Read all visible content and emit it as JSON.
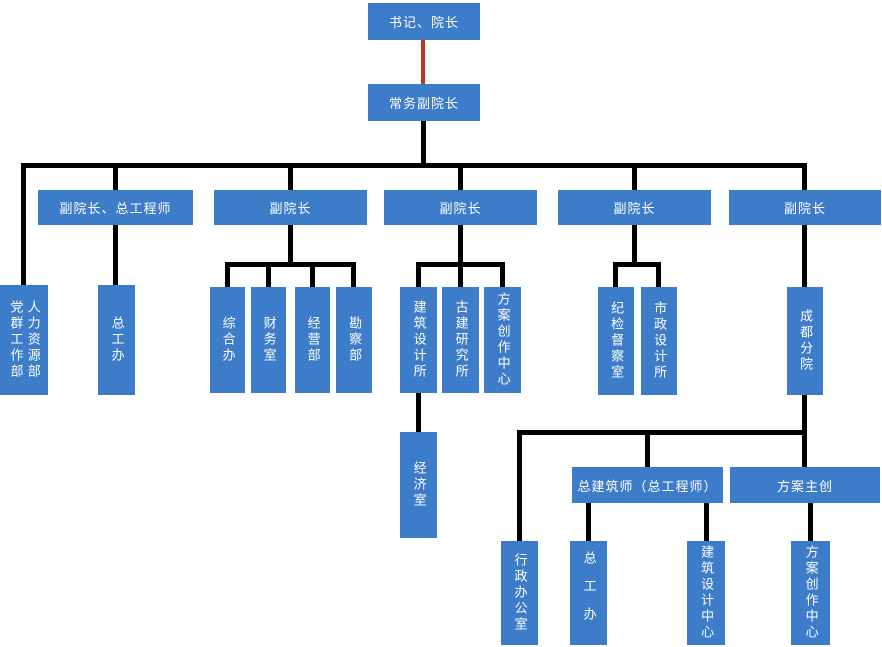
{
  "colors": {
    "node_fill": "#3d7cc8",
    "node_text": "#ffffff",
    "line_black": "#000000",
    "red_connector": "#be3228"
  },
  "nodes": {
    "root": {
      "label": "书记、院长"
    },
    "exec_vp": {
      "label": "常务副院长"
    },
    "vp_chief_engineer": {
      "label": "副院长、总工程师"
    },
    "vp2": {
      "label": "副院长"
    },
    "vp3": {
      "label": "副院长"
    },
    "vp4": {
      "label": "副院长"
    },
    "vp5": {
      "label": "副院长"
    },
    "party_mass_dept": {
      "label": "党群工作部"
    },
    "hr_dept": {
      "label": "人力资源部"
    },
    "chief_eng_office": {
      "label": "总工办"
    },
    "general_office": {
      "label": "综合办"
    },
    "finance_office": {
      "label": "财务室"
    },
    "business_dept": {
      "label": "经营部"
    },
    "survey_dept": {
      "label": "勘察部"
    },
    "arch_design_institute": {
      "label": "建筑设计所"
    },
    "ancient_arch_institute": {
      "label": "古建研究所"
    },
    "scheme_creation_center": {
      "label": "方案创作中心"
    },
    "economy_office": {
      "label": "经济室"
    },
    "discipline_office": {
      "label": "纪检督察室"
    },
    "municipal_design_institute": {
      "label": "市政设计所"
    },
    "chengdu_branch": {
      "label": "成都分院"
    },
    "chief_architect": {
      "label": "总建筑师（总工程师）"
    },
    "scheme_lead": {
      "label": "方案主创"
    },
    "admin_office": {
      "label": "行政办公室"
    },
    "chengdu_chief_eng_office": {
      "label": "总工办"
    },
    "arch_design_center": {
      "label": "建筑设计中心"
    },
    "chengdu_scheme_creation_center": {
      "label": "方案创作中心"
    }
  },
  "edges": [
    [
      "root",
      "exec_vp"
    ],
    [
      "exec_vp",
      "party_mass_dept/hr_dept"
    ],
    [
      "exec_vp",
      "vp_chief_engineer"
    ],
    [
      "exec_vp",
      "vp2"
    ],
    [
      "exec_vp",
      "vp3"
    ],
    [
      "exec_vp",
      "vp4"
    ],
    [
      "exec_vp",
      "vp5"
    ],
    [
      "vp_chief_engineer",
      "chief_eng_office"
    ],
    [
      "vp2",
      "general_office"
    ],
    [
      "vp2",
      "finance_office"
    ],
    [
      "vp2",
      "business_dept"
    ],
    [
      "vp2",
      "survey_dept"
    ],
    [
      "vp3",
      "arch_design_institute"
    ],
    [
      "vp3",
      "ancient_arch_institute"
    ],
    [
      "vp3",
      "scheme_creation_center"
    ],
    [
      "arch_design_institute",
      "economy_office"
    ],
    [
      "vp4",
      "discipline_office"
    ],
    [
      "vp4",
      "municipal_design_institute"
    ],
    [
      "vp5",
      "chengdu_branch"
    ],
    [
      "chengdu_branch",
      "admin_office"
    ],
    [
      "chengdu_branch",
      "chief_architect"
    ],
    [
      "chengdu_branch",
      "scheme_lead"
    ],
    [
      "chief_architect",
      "chengdu_chief_eng_office"
    ],
    [
      "chief_architect",
      "arch_design_center"
    ],
    [
      "scheme_lead",
      "chengdu_scheme_creation_center"
    ]
  ]
}
